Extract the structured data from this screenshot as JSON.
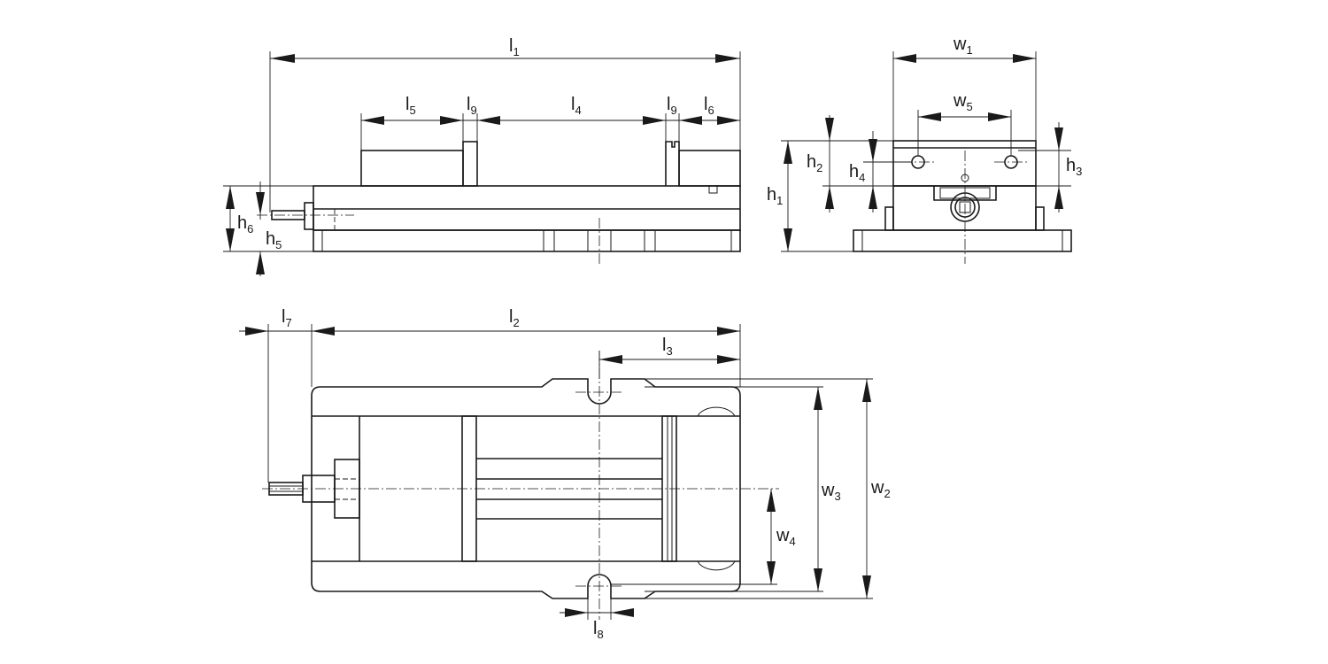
{
  "labels": {
    "l1": {
      "base": "l",
      "sub": "1"
    },
    "l2": {
      "base": "l",
      "sub": "2"
    },
    "l3": {
      "base": "l",
      "sub": "3"
    },
    "l4": {
      "base": "l",
      "sub": "4"
    },
    "l5": {
      "base": "l",
      "sub": "5"
    },
    "l6": {
      "base": "l",
      "sub": "6"
    },
    "l7": {
      "base": "l",
      "sub": "7"
    },
    "l8": {
      "base": "l",
      "sub": "8"
    },
    "l9a": {
      "base": "l",
      "sub": "9"
    },
    "l9b": {
      "base": "l",
      "sub": "9"
    },
    "w1": {
      "base": "w",
      "sub": "1"
    },
    "w2": {
      "base": "w",
      "sub": "2"
    },
    "w3": {
      "base": "w",
      "sub": "3"
    },
    "w4": {
      "base": "w",
      "sub": "4"
    },
    "w5": {
      "base": "w",
      "sub": "5"
    },
    "h1": {
      "base": "h",
      "sub": "1"
    },
    "h2": {
      "base": "h",
      "sub": "2"
    },
    "h3": {
      "base": "h",
      "sub": "3"
    },
    "h4": {
      "base": "h",
      "sub": "4"
    },
    "h5": {
      "base": "h",
      "sub": "5"
    },
    "h6": {
      "base": "h",
      "sub": "6"
    }
  }
}
